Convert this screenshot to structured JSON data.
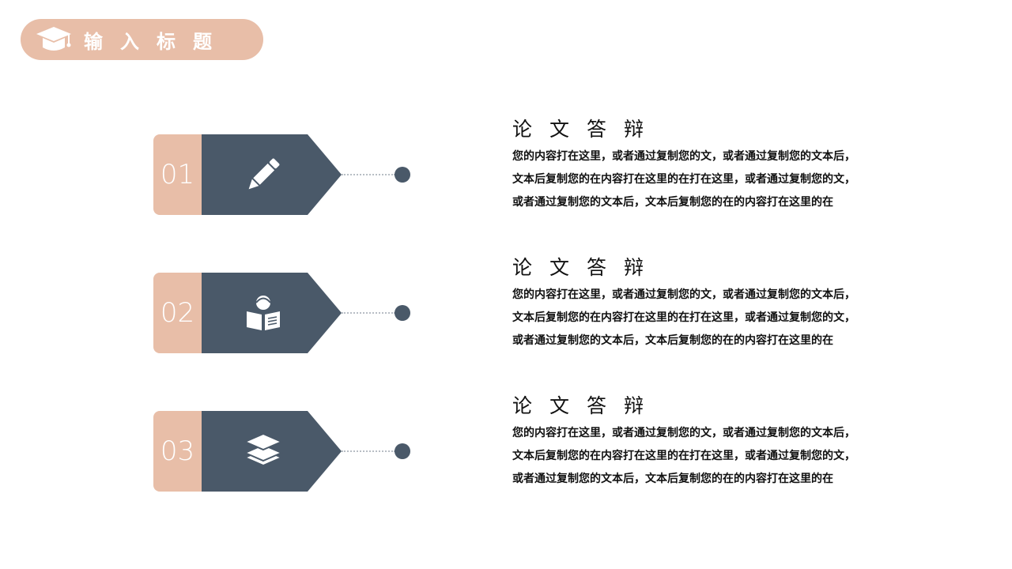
{
  "header": {
    "title": "输入标题",
    "icon": "graduation-cap-icon"
  },
  "colors": {
    "accent": "#e8bea8",
    "dark": "#4a5969"
  },
  "items": [
    {
      "number": "01",
      "icon": "pencil-icon",
      "title": "论文答辩",
      "lines": [
        "您的内容打在这里，或者通过复制您的文，或者通过复制您的文本后，",
        "文本后复制您的在内容打在这里的在打在这里，或者通过复制您的文，",
        "或者通过复制您的文本后，文本后复制您的在的内容打在这里的在"
      ]
    },
    {
      "number": "02",
      "icon": "reading-person-icon",
      "title": "论文答辩",
      "lines": [
        "您的内容打在这里，或者通过复制您的文，或者通过复制您的文本后，",
        "文本后复制您的在内容打在这里的在打在这里，或者通过复制您的文，",
        "或者通过复制您的文本后，文本后复制您的在的内容打在这里的在"
      ]
    },
    {
      "number": "03",
      "icon": "layers-icon",
      "title": "论文答辩",
      "lines": [
        "您的内容打在这里，或者通过复制您的文，或者通过复制您的文本后，",
        "文本后复制您的在内容打在这里的在打在这里，或者通过复制您的文，",
        "或者通过复制您的文本后，文本后复制您的在的内容打在这里的在"
      ]
    }
  ]
}
